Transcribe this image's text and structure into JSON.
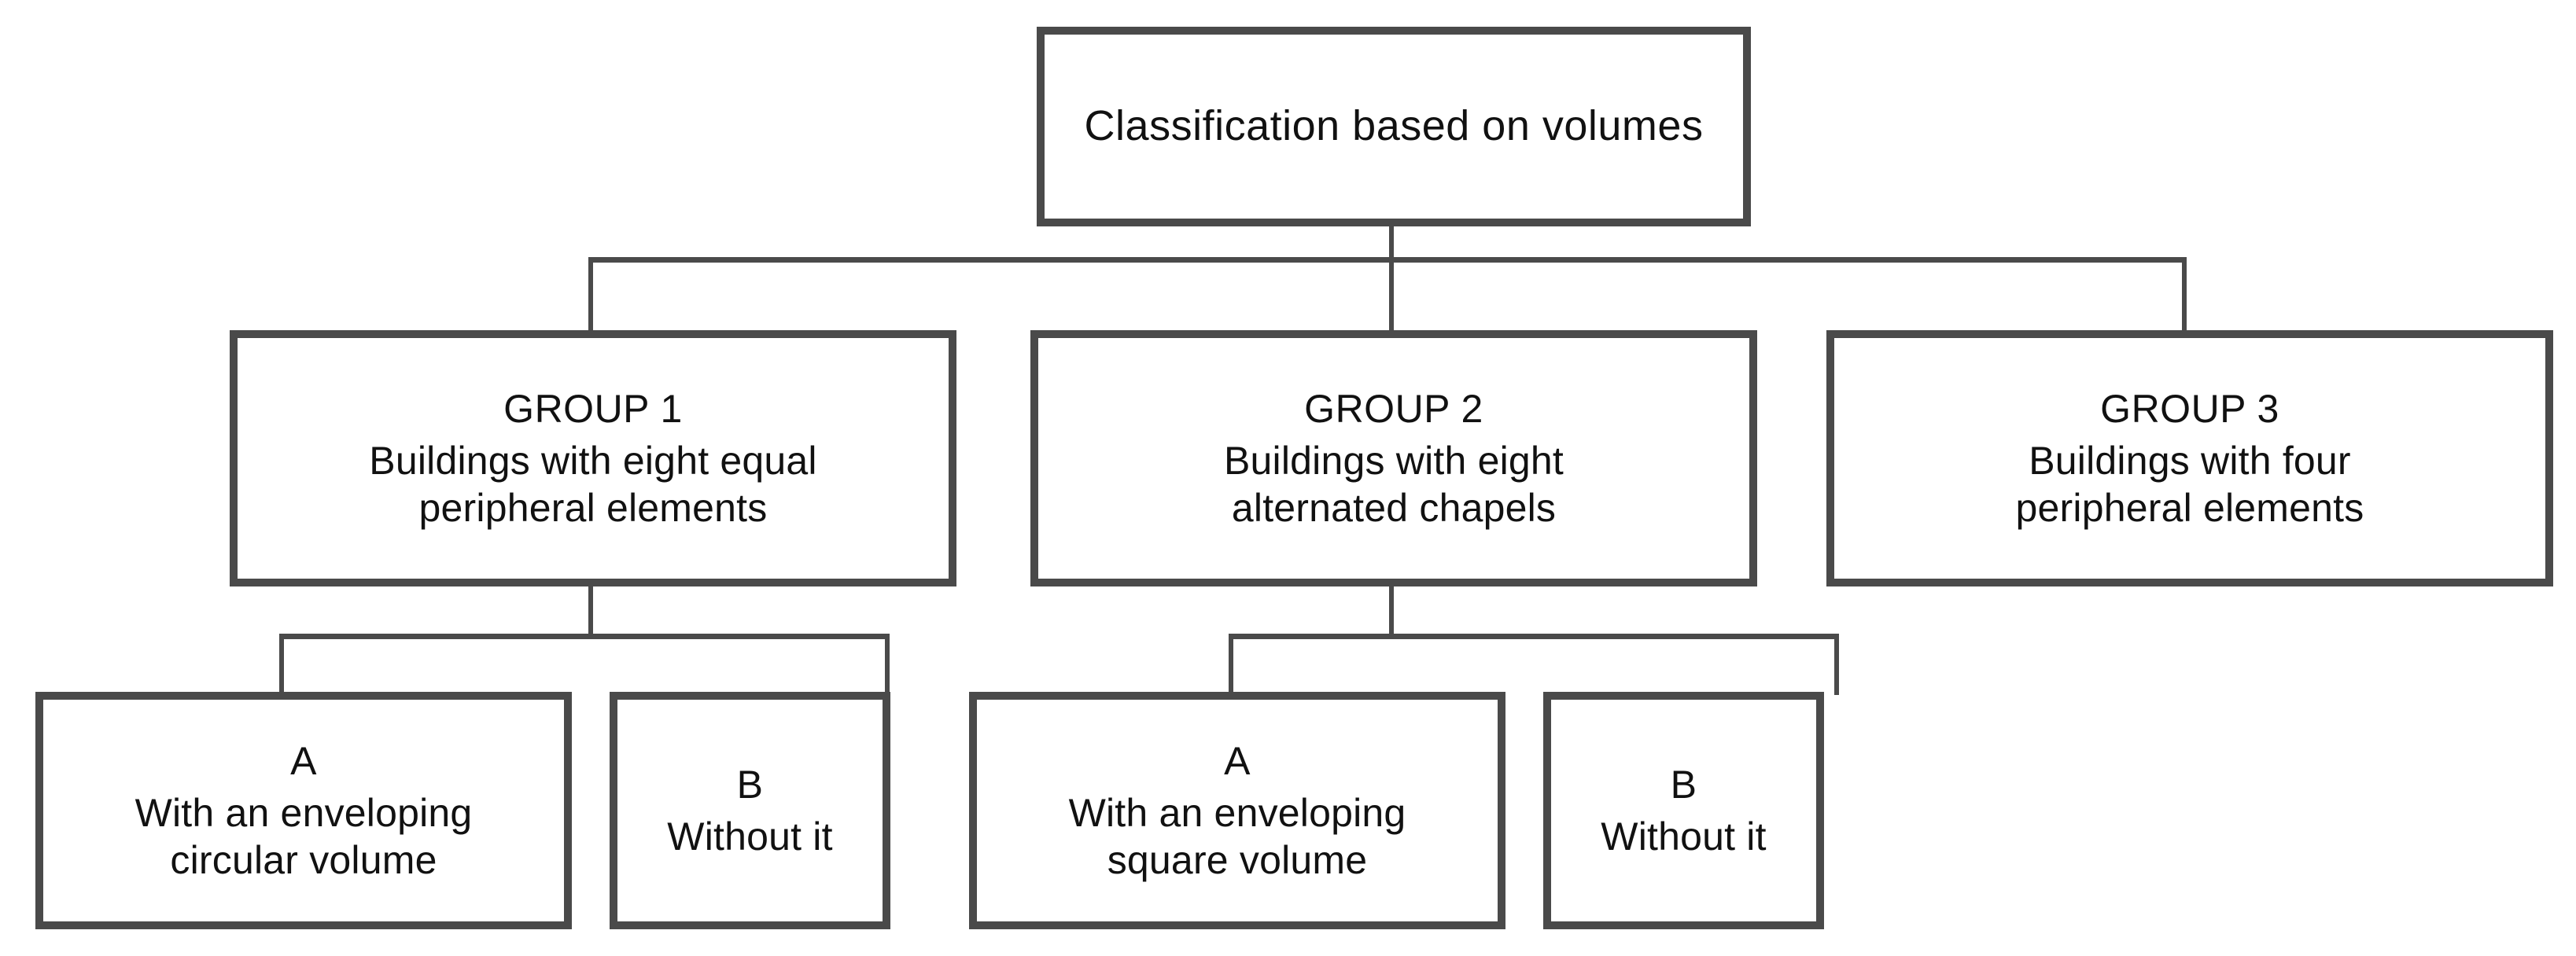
{
  "diagram": {
    "type": "tree",
    "orientation": "top-down",
    "levels": 3,
    "root": {
      "id": "root",
      "title": "Classification based on volumes"
    },
    "groups": [
      {
        "id": "group-1",
        "title": "GROUP 1",
        "description_line_1": "Buildings with eight equal",
        "description_line_2": "peripheral elements",
        "children": [
          {
            "id": "group-1-a",
            "title": "A",
            "description_line_1": "With an enveloping",
            "description_line_2": "circular volume"
          },
          {
            "id": "group-1-b",
            "title": "B",
            "description_line_1": "Without it",
            "description_line_2": ""
          }
        ]
      },
      {
        "id": "group-2",
        "title": "GROUP 2",
        "description_line_1": "Buildings with eight",
        "description_line_2": "alternated chapels",
        "children": [
          {
            "id": "group-2-a",
            "title": "A",
            "description_line_1": "With an enveloping",
            "description_line_2": "square volume"
          },
          {
            "id": "group-2-b",
            "title": "B",
            "description_line_1": "Without it",
            "description_line_2": ""
          }
        ]
      },
      {
        "id": "group-3",
        "title": "GROUP 3",
        "description_line_1": "Buildings with four",
        "description_line_2": "peripheral elements",
        "children": []
      }
    ]
  },
  "colors": {
    "box_border": "#4a4a4a",
    "connector": "#3b3b3b",
    "text": "#111111",
    "background": "#ffffff"
  }
}
